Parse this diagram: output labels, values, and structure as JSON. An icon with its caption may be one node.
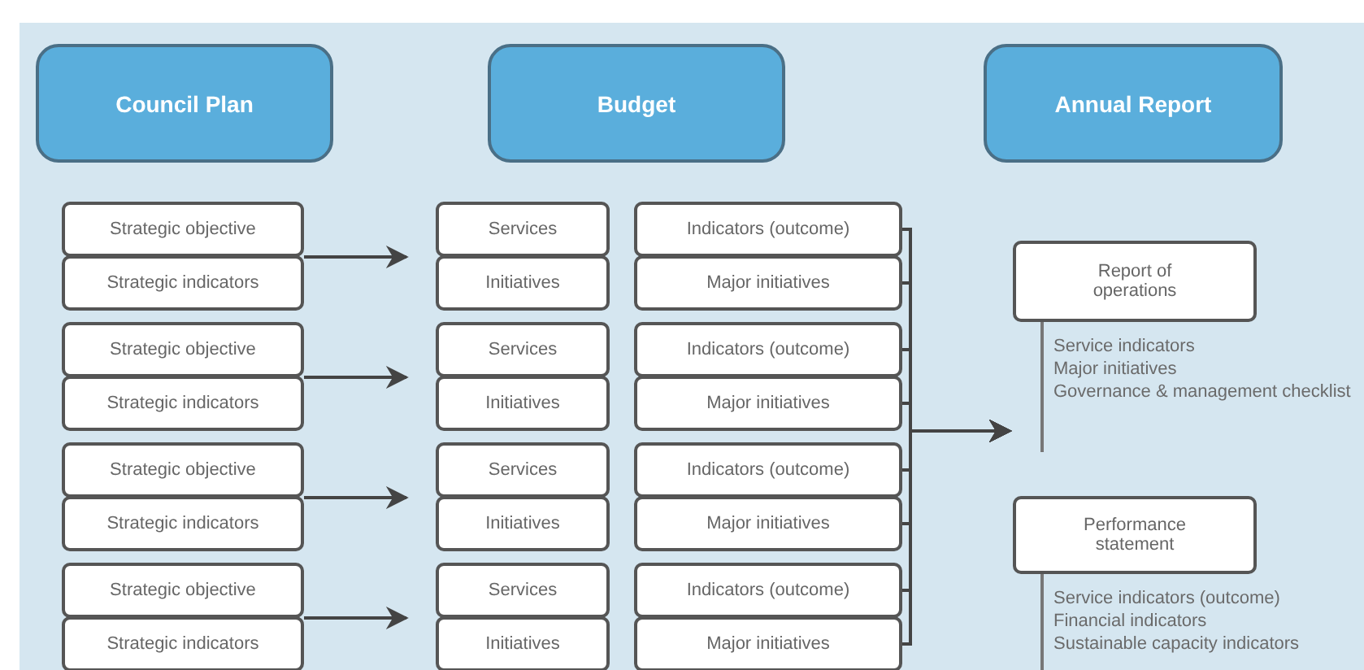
{
  "diagram": {
    "nodes": [
      {
        "text": [
          "Council Plan"
        ]
      },
      {
        "text": [
          "Budget"
        ]
      },
      {
        "text": [
          "Annual Report"
        ]
      },
      {
        "text": [
          "Strategic objective"
        ]
      },
      {
        "text": [
          "Strategic indicators"
        ]
      },
      {
        "text": [
          "Services"
        ]
      },
      {
        "text": [
          "Initiatives"
        ]
      },
      {
        "text": [
          "Indicators (outcome)"
        ]
      },
      {
        "text": [
          "Major initiatives"
        ]
      },
      {
        "text": [
          "Strategic objective"
        ]
      },
      {
        "text": [
          "Strategic indicators"
        ]
      },
      {
        "text": [
          "Services"
        ]
      },
      {
        "text": [
          "Initiatives"
        ]
      },
      {
        "text": [
          "Indicators (outcome)"
        ]
      },
      {
        "text": [
          "Major initiatives"
        ]
      },
      {
        "text": [
          "Strategic objective"
        ]
      },
      {
        "text": [
          "Strategic indicators"
        ]
      },
      {
        "text": [
          "Services"
        ]
      },
      {
        "text": [
          "Initiatives"
        ]
      },
      {
        "text": [
          "Indicators (outcome)"
        ]
      },
      {
        "text": [
          "Major initiatives"
        ]
      },
      {
        "text": [
          "Strategic objective"
        ]
      },
      {
        "text": [
          "Strategic indicators"
        ]
      },
      {
        "text": [
          "Services"
        ]
      },
      {
        "text": [
          "Initiatives"
        ]
      },
      {
        "text": [
          "Indicators (outcome)"
        ]
      },
      {
        "text": [
          "Major initiatives"
        ]
      },
      {
        "text": [
          "Report of operations"
        ],
        "beside": [
          "Service indicators",
          "Major initiatives",
          "Governance & management checklist"
        ]
      },
      {
        "text": [
          "Performance statement"
        ],
        "beside": [
          "Service indicators (outcome)",
          "Financial indicators",
          "Sustainable capacity indicators"
        ]
      }
    ],
    "edges": [
      {
        "from": 3,
        "to": 5,
        "arrow": "to"
      },
      {
        "from": 9,
        "to": 11,
        "arrow": "to"
      },
      {
        "from": 15,
        "to": 17,
        "arrow": "to"
      },
      {
        "from": 21,
        "to": 23,
        "arrow": "to"
      },
      {
        "from": 7,
        "to": 27,
        "arrow": "to"
      },
      {
        "from": 8,
        "to": 27,
        "arrow": "to"
      },
      {
        "from": 13,
        "to": 27,
        "arrow": "to"
      },
      {
        "from": 14,
        "to": 27,
        "arrow": "to"
      },
      {
        "from": 19,
        "to": 27,
        "arrow": "to"
      },
      {
        "from": 20,
        "to": 27,
        "arrow": "to"
      },
      {
        "from": 25,
        "to": 27,
        "arrow": "to"
      },
      {
        "from": 26,
        "to": 27,
        "arrow": "to"
      }
    ]
  }
}
